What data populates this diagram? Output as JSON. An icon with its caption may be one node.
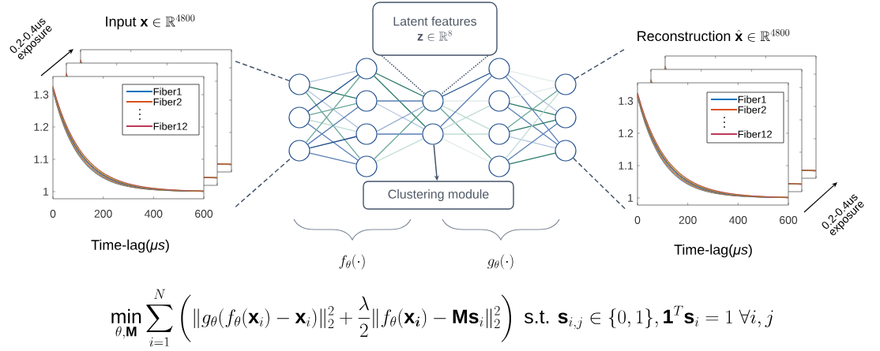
{
  "diagram": {
    "nodes": [
      {
        "text": [
          "\\text{Input }\\mathbf{x}\\in\\mathbb{R}^{4800}"
        ]
      },
      {
        "text": [
          "Latent features",
          "\\mathbf{z}\\in\\mathbb{R}^{8}"
        ]
      },
      {
        "text": [
          "\\text{Reconstruction }\\hat{\\mathbf{x}}\\in\\mathbb{R}^{4800}"
        ]
      },
      {
        "text": [],
        "shape": "circle"
      },
      {
        "text": [],
        "shape": "circle"
      },
      {
        "text": [],
        "shape": "circle"
      },
      {
        "text": [],
        "shape": "circle"
      },
      {
        "text": [],
        "shape": "circle"
      },
      {
        "text": [],
        "shape": "circle"
      },
      {
        "text": [],
        "shape": "circle"
      },
      {
        "text": [],
        "shape": "circle"
      },
      {
        "text": [],
        "shape": "circle"
      },
      {
        "text": [],
        "shape": "circle"
      },
      {
        "text": [],
        "shape": "circle"
      },
      {
        "text": [],
        "shape": "circle"
      },
      {
        "text": [],
        "shape": "circle"
      },
      {
        "text": [],
        "shape": "circle"
      },
      {
        "text": [],
        "shape": "circle"
      },
      {
        "text": [],
        "shape": "circle"
      },
      {
        "text": [
          "Clustering module"
        ]
      }
    ],
    "edges": [
      {
        "from": 0,
        "to": 3,
        "arrow": "none",
        "style": "dashed"
      },
      {
        "from": 0,
        "to": 5,
        "arrow": "none",
        "style": "dashed"
      },
      {
        "from": 1,
        "to": 10,
        "arrow": "none",
        "style": "dashed"
      },
      {
        "from": 1,
        "to": 10,
        "arrow": "none",
        "style": "dashed"
      },
      {
        "from": 11,
        "to": 19,
        "arrow": "to"
      },
      {
        "from": 16,
        "to": 2,
        "arrow": "none",
        "style": "dashed"
      },
      {
        "from": 18,
        "to": 2,
        "arrow": "none",
        "style": "dashed"
      },
      {
        "from": 3,
        "to": 6,
        "arrow": "none",
        "color": "#b4c6df"
      },
      {
        "from": 3,
        "to": 7,
        "arrow": "none",
        "color": "#2a7a6a"
      },
      {
        "from": 3,
        "to": 8,
        "arrow": "none",
        "color": "#b4c6df"
      },
      {
        "from": 3,
        "to": 9,
        "arrow": "none",
        "color": "#6aa89a"
      },
      {
        "from": 4,
        "to": 6,
        "arrow": "none",
        "color": "#1f4e8c"
      },
      {
        "from": 4,
        "to": 7,
        "arrow": "none",
        "color": "#6aa89a"
      },
      {
        "from": 4,
        "to": 8,
        "arrow": "none",
        "color": "#c0ddd5"
      },
      {
        "from": 4,
        "to": 9,
        "arrow": "none",
        "color": "#5a7fb5"
      },
      {
        "from": 5,
        "to": 6,
        "arrow": "none",
        "color": "#6aa89a"
      },
      {
        "from": 5,
        "to": 7,
        "arrow": "none",
        "color": "#5a7fb5"
      },
      {
        "from": 5,
        "to": 8,
        "arrow": "none",
        "color": "#1f4e8c"
      },
      {
        "from": 5,
        "to": 9,
        "arrow": "none",
        "color": "#5a7fb5"
      },
      {
        "from": 6,
        "to": 10,
        "arrow": "none",
        "color": "#2a7a6a"
      },
      {
        "from": 6,
        "to": 11,
        "arrow": "none",
        "color": "#2a7a6a"
      },
      {
        "from": 7,
        "to": 10,
        "arrow": "none",
        "color": "#5a7fb5"
      },
      {
        "from": 7,
        "to": 11,
        "arrow": "none",
        "color": "#b4c6df"
      },
      {
        "from": 8,
        "to": 10,
        "arrow": "none",
        "color": "#8fa9d0"
      },
      {
        "from": 8,
        "to": 11,
        "arrow": "none",
        "color": "#5a7fb5"
      },
      {
        "from": 9,
        "to": 10,
        "arrow": "none",
        "color": "#6aa89a"
      },
      {
        "from": 9,
        "to": 11,
        "arrow": "none",
        "color": "#c0ddd5"
      },
      {
        "from": 10,
        "to": 12,
        "arrow": "none",
        "color": "#1f4e8c"
      },
      {
        "from": 10,
        "to": 13,
        "arrow": "none",
        "color": "#e3ecea"
      },
      {
        "from": 10,
        "to": 14,
        "arrow": "none",
        "color": "#c0ddd5"
      },
      {
        "from": 10,
        "to": 15,
        "arrow": "none",
        "color": "#6aa89a"
      },
      {
        "from": 11,
        "to": 12,
        "arrow": "none",
        "color": "#5a7fb5"
      },
      {
        "from": 11,
        "to": 13,
        "arrow": "none",
        "color": "#c0ddd5"
      },
      {
        "from": 11,
        "to": 14,
        "arrow": "none",
        "color": "#c0ddd5"
      },
      {
        "from": 11,
        "to": 15,
        "arrow": "none",
        "color": "#e3ecea"
      },
      {
        "from": 12,
        "to": 16,
        "arrow": "none",
        "color": "#e3ecea"
      },
      {
        "from": 12,
        "to": 17,
        "arrow": "none",
        "color": "#b4c6df"
      },
      {
        "from": 12,
        "to": 18,
        "arrow": "none",
        "color": "#5a7fb5"
      },
      {
        "from": 13,
        "to": 16,
        "arrow": "none",
        "color": "#e3ecea"
      },
      {
        "from": 13,
        "to": 17,
        "arrow": "none",
        "color": "#2a7a6a"
      },
      {
        "from": 13,
        "to": 18,
        "arrow": "none",
        "color": "#5a7fb5"
      },
      {
        "from": 14,
        "to": 16,
        "arrow": "none",
        "color": "#6aa89a"
      },
      {
        "from": 14,
        "to": 17,
        "arrow": "none",
        "color": "#2a7a6a"
      },
      {
        "from": 14,
        "to": 18,
        "arrow": "none",
        "color": "#b4c6df"
      },
      {
        "from": 15,
        "to": 16,
        "arrow": "none",
        "color": "#c0ddd5"
      },
      {
        "from": 15,
        "to": 17,
        "arrow": "none",
        "color": "#5a7fb5"
      },
      {
        "from": 15,
        "to": 18,
        "arrow": "none",
        "color": "#2a7a6a"
      }
    ],
    "labels": [
      "0.2-0.4us exposure",
      "1.3",
      "1.2",
      "1.1",
      "1",
      "0",
      "200",
      "400",
      "600",
      "Time-lag(*μs*)",
      "f_{\\theta}(\\cdot)",
      "g_{\\theta}(\\cdot)",
      "1.3",
      "1.2",
      "1.1",
      "1",
      "0",
      "200",
      "400",
      "600",
      "0.2-0.4us exposure",
      "Time-lag(*μs*)",
      "\\min_{\\theta,\\mathbf{M}}\\sum_{i=1}^{N}\\left(\\|g_{\\theta}(f_{\\theta}(\\mathbf{x}_i)-\\mathbf{x}_i)\\|_2^2+\\frac{\\lambda}{2}\\|f_{\\theta}(\\mathbf{x}_{\\boldsymbol{i}})-\\mathbf{M}\\mathbf{s}_i\\|_2^2\\right)\\ \\text{s.t. }\\mathbf{s}_{i,j}\\in\\{0,1\\},\\mathbf{1}^T\\mathbf{s}_i=1\\ \\forall i,j"
    ],
    "legend": [
      {
        "text": "Fiber1"
      },
      {
        "text": "Fiber2"
      },
      {
        "text": "Fiber12"
      },
      {
        "text": "Fiber1"
      },
      {
        "text": "Fiber2"
      },
      {
        "text": "Fiber12"
      }
    ]
  }
}
